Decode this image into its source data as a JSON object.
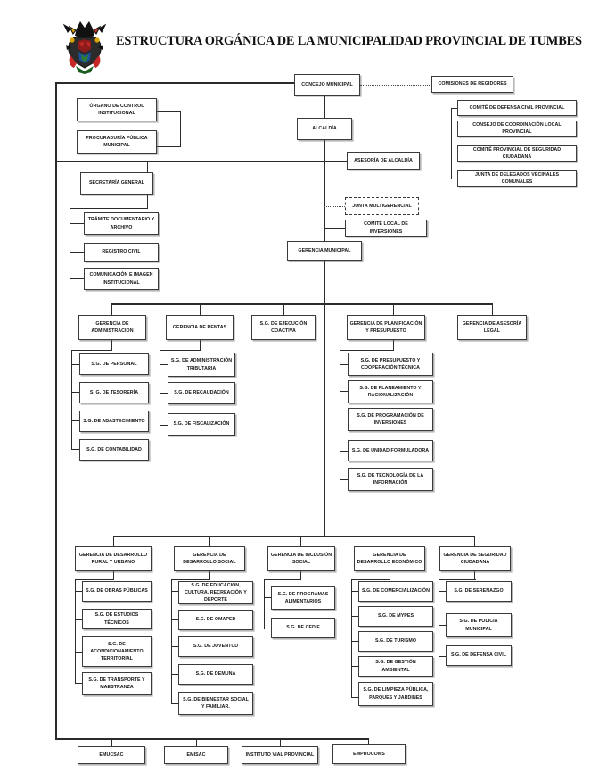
{
  "header": {
    "title": "ESTRUCTURA ORGÁNICA DE LA MUNICIPALIDAD PROVINCIAL DE  TUMBES",
    "crest_alt": "coat-of-arms"
  },
  "nodes": {
    "concejo_municipal": "CONCEJO MUNICIPAL",
    "comisiones_regidores": "COMISIONES DE REGIDORES",
    "alcaldia": "ALCALDÍA",
    "organo_control": "ÓRGANO DE CONTROL INSTITUCIONAL",
    "procuraduria": "PROCURADURÍA PÚBLICA MUNICIPAL",
    "secretaria_general": "SECRETARÍA GENERAL",
    "tramite_documentario": "TRÁMITE DOCUMENTARIO Y ARCHIVO",
    "registro_civil": "REGISTRO CIVIL",
    "comunicacion_imagen": "COMUNICACIÓN E IMAGEN INSTITUCIONAL",
    "asesoria_alcaldia": "ASESORÍA DE ALCALDÍA",
    "comite_defensa_civil": "COMITÉ DE DEFENSA CIVIL PROVINCIAL",
    "consejo_coordinacion": "CONSEJO DE COORDINACIÓN LOCAL PROVINCIAL",
    "comite_seguridad": "COMITÉ PROVINCIAL DE SEGURIDAD CIUDADANA",
    "junta_delegados": "JUNTA DE DELEGADOS VECINALES COMUNALES",
    "junta_multigerencial": "JUNTA MULTIGERENCIAL",
    "comite_local_inversiones": "COMITÉ LOCAL DE INVERSIONES",
    "gerencia_municipal": "GERENCIA MUNICIPAL",
    "gerencia_administracion": "GERENCIA DE ADMINISTRACIÓN",
    "sg_personal": "S.G. DE PERSONAL",
    "sg_tesoreria": "S. G. DE TESORERÍA",
    "sg_abastecimiento": "S.G. DE ABASTECIMIENTO",
    "sg_contabilidad": "S.G. DE CONTABILIDAD",
    "gerencia_rentas": "GERENCIA DE RENTAS",
    "sg_administracion_tributaria": "S.G. DE ADMINISTRACIÓN TRIBUTARIA",
    "sg_recaudacion": "S.G. DE RECAUDACIÓN",
    "sg_fiscalizacion": "S.G. DE FISCALIZACIÓN",
    "sg_ejecucion_coactiva": "S.G. DE EJECUCIÓN COACTIVA",
    "gerencia_planificacion": "GERENCIA DE PLANIFICACIÓN Y PRESUPUESTO",
    "sg_presupuesto": "S.G. DE PRESUPUESTO Y COOPERACIÓN TÉCNICA",
    "sg_planeamiento": "S.G. DE PLANEAMIENTO Y RACIONALIZACIÓN",
    "sg_programacion_inversiones": "S.G. DE PROGRAMACIÓN DE INVERSIONES",
    "sg_unidad_formuladora": "S.G. DE UNIDAD FORMULADORA",
    "sg_tecnologia_informacion": "S.G. DE TECNOLOGÍA DE LA INFORMACIÓN",
    "gerencia_asesoria_legal": "GERENCIA DE ASESORÍA LEGAL",
    "gerencia_desarrollo_rural": "GERENCIA DE DESARROLLO RURAL Y URBANO",
    "sg_obras_publicas": "S.G. DE OBRAS PÚBLICAS",
    "sg_estudios_tecnicos": "S.G. DE ESTUDIOS TÉCNICOS",
    "sg_acondicionamiento": "S.G. DE ACONDICIONAMIENTO TERRITORIAL",
    "sg_transporte": "S.G. DE TRANSPORTE Y MAESTRANZA",
    "gerencia_desarrollo_social": "GERENCIA DE DESARROLLO SOCIAL",
    "sg_educacion": "S.G. DE EDUCACIÓN, CULTURA, RECREACIÓN Y DEPORTE",
    "sg_omaped": "S.G. DE OMAPED",
    "sg_juventud": "S.G. DE JUVENTUD",
    "sg_demuna": "S.G. DE DEMUNA",
    "sg_bienestar_social": "S.G. DE BIENESTAR SOCIAL Y FAMILIAR.",
    "gerencia_inclusion_social": "GERENCIA DE INCLUSIÓN SOCIAL",
    "sg_programas_alimentarios": "S.G. DE PROGRAMAS ALIMENTARIOS",
    "sg_cedif": "S.G. DE CEDIF",
    "gerencia_desarrollo_economico": "GERENCIA DE DESARROLLO ECONÓMICO",
    "sg_comercializacion": "S.G. DE COMERCIALIZACIÓN",
    "sg_mypes": "S.G. DE MYPES",
    "sg_turismo": "S.G. DE TURISMO",
    "sg_gestion_ambiental": "S.G. DE GESTIÓN AMBIENTAL",
    "sg_limpieza_publica": "S.G. DE LIMPIEZA PÚBLICA, PARQUES Y JARDINES",
    "gerencia_seguridad_ciudadana": "GERENCIA DE SEGURIDAD CIUDADANA",
    "sg_serenazgo": "S.G. DE SERENAZGO",
    "sg_policia_municipal": "S.G. DE POLICIA MUNICIPAL",
    "sg_defensa_civil": "S.G. DE DEFENSA CIVIL",
    "emucsac": "EMUCSAC",
    "emisac": "EMISAC",
    "instituto_vial": "INSTITUTO VIAL PROVINCIAL",
    "emprocoms": "EMPROCOMS"
  },
  "colors": {
    "box_border": "#3a3a3a",
    "connector": "#2b2b2b",
    "text": "#141414",
    "background": "#ffffff"
  }
}
